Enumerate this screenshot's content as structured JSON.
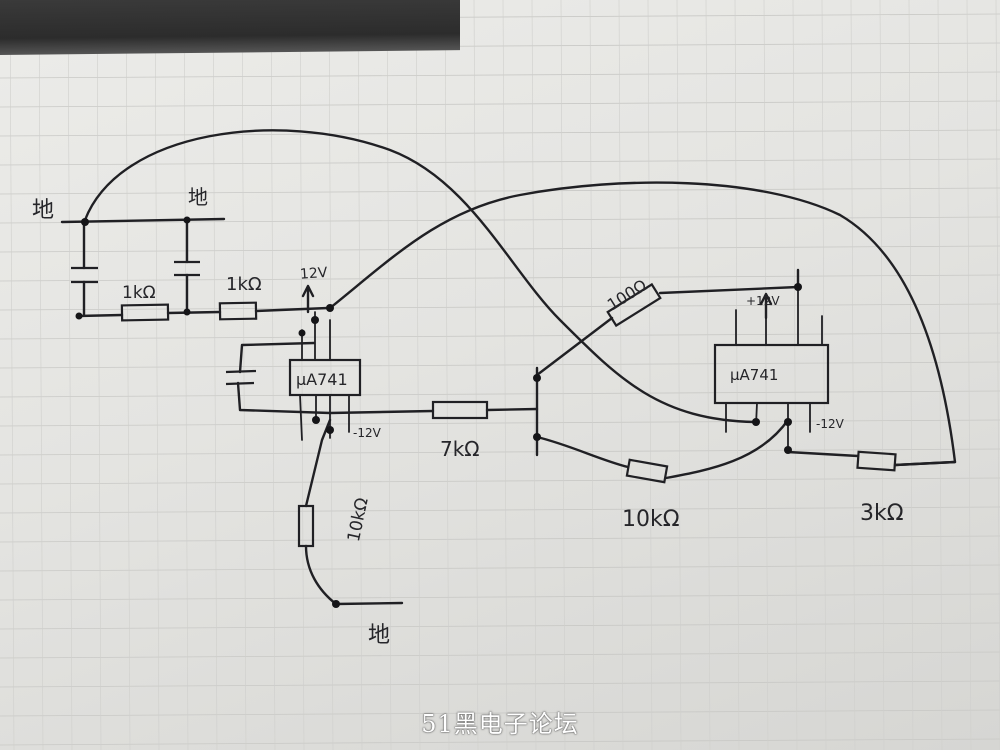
{
  "labels": {
    "ground_top_left": "地",
    "ground_top_right": "地",
    "ground_bottom": "地",
    "r_1k_a": "1kΩ",
    "r_1k_b": "1kΩ",
    "v12_pos_left": "12V",
    "opamp_left": "μA741",
    "v12_neg_left": "-12V",
    "r_7k": "7kΩ",
    "r_10k_vertical": "10kΩ",
    "r_100": "100Ω",
    "v12_pos_right": "+12V",
    "opamp_right": "μA741",
    "v12_neg_right": "-12V",
    "r_10k": "10kΩ",
    "r_3k": "3kΩ"
  },
  "watermark": "51黑电子论坛"
}
